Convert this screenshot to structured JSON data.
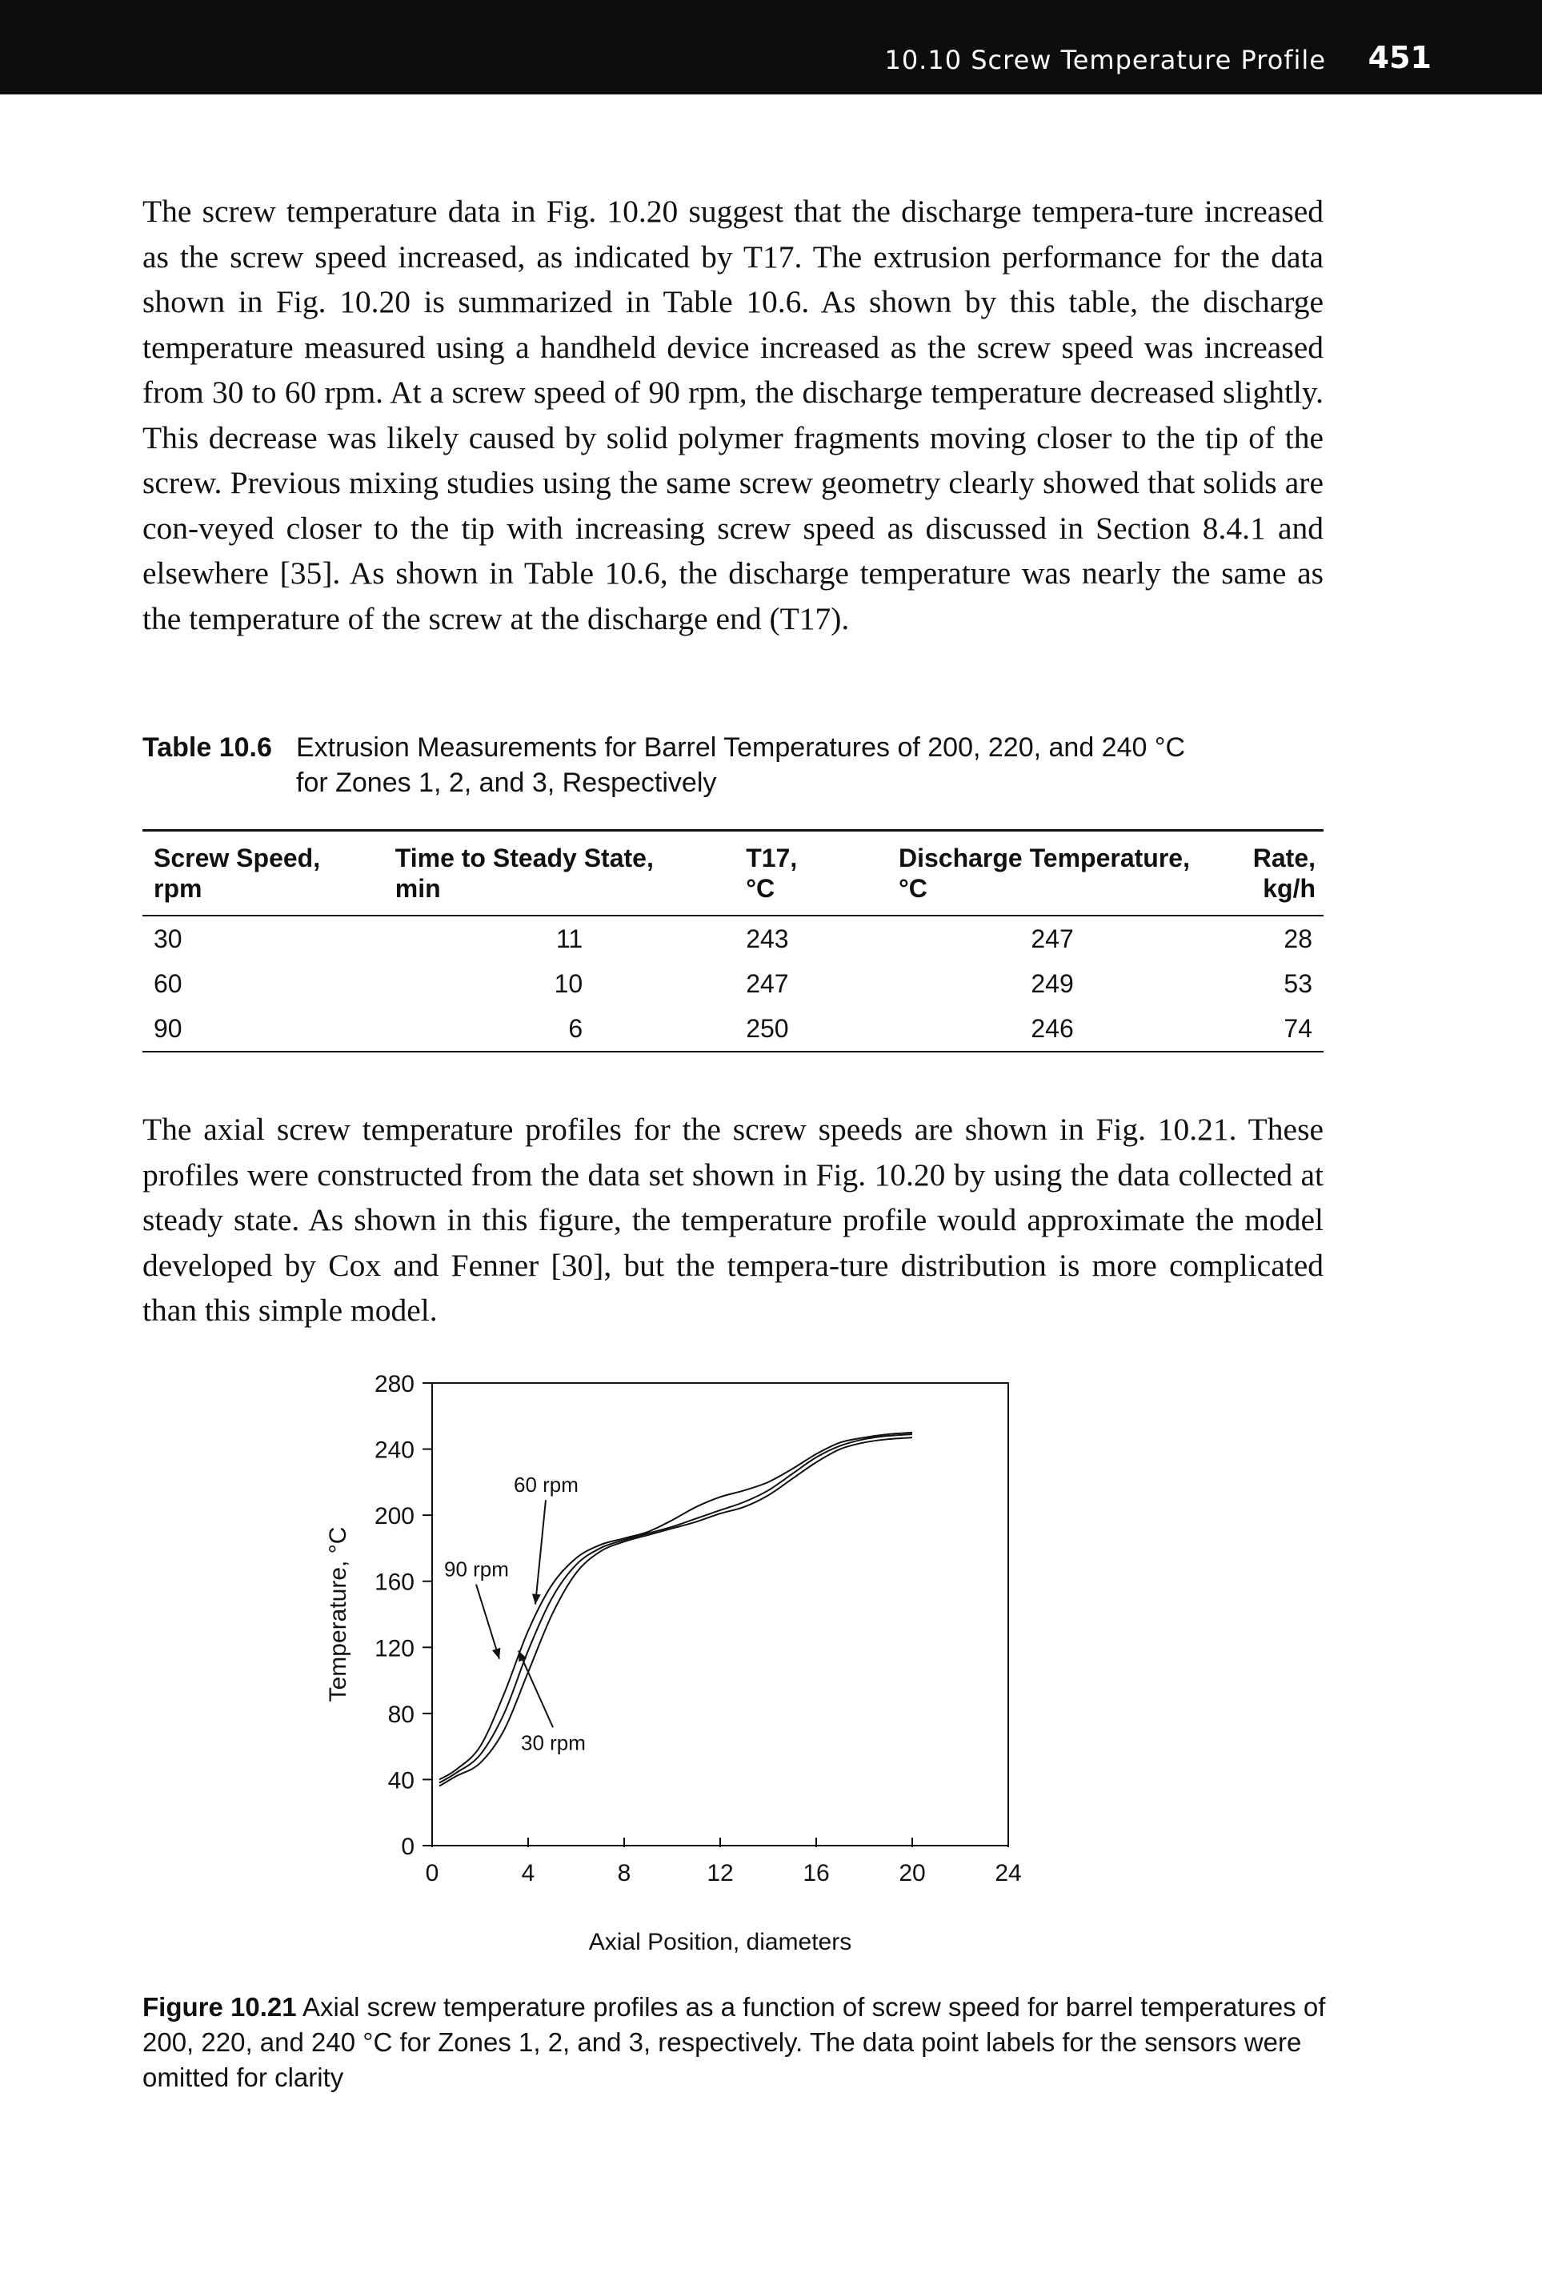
{
  "header": {
    "section": "10.10 Screw Temperature Profile",
    "page_number": "451"
  },
  "paragraphs": [
    "The screw temperature data in Fig. 10.20 suggest that the discharge tempera-ture increased as the screw speed increased, as indicated by T17. The extrusion performance for the data shown in Fig. 10.20 is summarized in Table 10.6. As shown by this table, the discharge temperature measured using a handheld device increased as the screw speed was increased from 30 to 60 rpm. At a screw speed of 90 rpm, the discharge temperature decreased slightly. This decrease was likely caused by solid polymer fragments moving closer to the tip of the screw. Previous mixing studies using the same screw geometry clearly showed that solids are con-veyed closer to the tip with increasing screw speed as discussed in Section 8.4.1 and elsewhere [35]. As shown in Table 10.6, the discharge temperature was nearly the same as the temperature of the screw at the discharge end (T17).",
    "The axial screw temperature profiles for the screw speeds are shown in Fig. 10.21. These profiles were constructed from the data set shown in Fig. 10.20 by using the data collected at steady state. As shown in this figure, the temperature profile would approximate the model developed by Cox and Fenner [30], but the tempera-ture distribution is more complicated than this simple model."
  ],
  "table": {
    "label": "Table 10.6",
    "title_line1": "Extrusion Measurements for Barrel Temperatures of 200, 220, and 240 °C",
    "title_line2": "for Zones 1, 2, and 3, Respectively",
    "headers": [
      [
        "Screw Speed,",
        "rpm"
      ],
      [
        "Time to Steady State,",
        "min"
      ],
      [
        "T17,",
        "°C"
      ],
      [
        "Discharge Temperature,",
        "°C"
      ],
      [
        "Rate,",
        "kg/h"
      ]
    ],
    "rows": [
      [
        "30",
        "11",
        "243",
        "247",
        "28"
      ],
      [
        "60",
        "10",
        "247",
        "249",
        "53"
      ],
      [
        "90",
        "6",
        "250",
        "246",
        "74"
      ]
    ]
  },
  "chart_data": {
    "type": "line",
    "xlabel": "Axial Position, diameters",
    "ylabel": "Temperature, °C",
    "xlim": [
      0,
      24
    ],
    "ylim": [
      0,
      280
    ],
    "xticks": [
      0,
      4,
      8,
      12,
      16,
      20,
      24
    ],
    "yticks": [
      0,
      40,
      80,
      120,
      160,
      200,
      240,
      280
    ],
    "grid": false,
    "series": [
      {
        "name": "30 rpm",
        "x": [
          0.3,
          1,
          2,
          3,
          4,
          5,
          6,
          7,
          8,
          9,
          10,
          11,
          12,
          13,
          14,
          15,
          16,
          17,
          18,
          19,
          20
        ],
        "y": [
          36,
          42,
          50,
          70,
          105,
          140,
          165,
          178,
          184,
          188,
          192,
          196,
          201,
          205,
          212,
          222,
          232,
          240,
          244,
          246,
          247
        ]
      },
      {
        "name": "60 rpm",
        "x": [
          0.3,
          1,
          2,
          3,
          4,
          5,
          6,
          7,
          8,
          9,
          10,
          11,
          12,
          13,
          14,
          15,
          16,
          17,
          18,
          19,
          20
        ],
        "y": [
          38,
          44,
          55,
          80,
          118,
          150,
          170,
          180,
          185,
          189,
          193,
          198,
          203,
          208,
          215,
          225,
          235,
          242,
          246,
          248,
          249
        ]
      },
      {
        "name": "90 rpm",
        "x": [
          0.3,
          1,
          2,
          3,
          4,
          5,
          6,
          7,
          8,
          9,
          10,
          11,
          12,
          13,
          14,
          15,
          16,
          17,
          18,
          19,
          20
        ],
        "y": [
          40,
          46,
          60,
          92,
          130,
          158,
          174,
          182,
          186,
          190,
          197,
          205,
          211,
          215,
          220,
          228,
          237,
          244,
          247,
          249,
          250
        ]
      }
    ],
    "annotations": [
      {
        "text": "60 rpm",
        "x": 3.4,
        "y": 214,
        "target": [
          4.3,
          146
        ]
      },
      {
        "text": "90 rpm",
        "x": 0.5,
        "y": 163,
        "target": [
          2.8,
          113
        ]
      },
      {
        "text": "30 rpm",
        "x": 3.7,
        "y": 58,
        "target": [
          3.6,
          118
        ]
      }
    ]
  },
  "figure": {
    "label": "Figure 10.21",
    "caption": "Axial screw temperature profiles as a function of screw speed for barrel temperatures of 200, 220, and 240 °C for Zones 1, 2, and 3, respectively. The data point labels for the sensors were omitted for clarity"
  }
}
